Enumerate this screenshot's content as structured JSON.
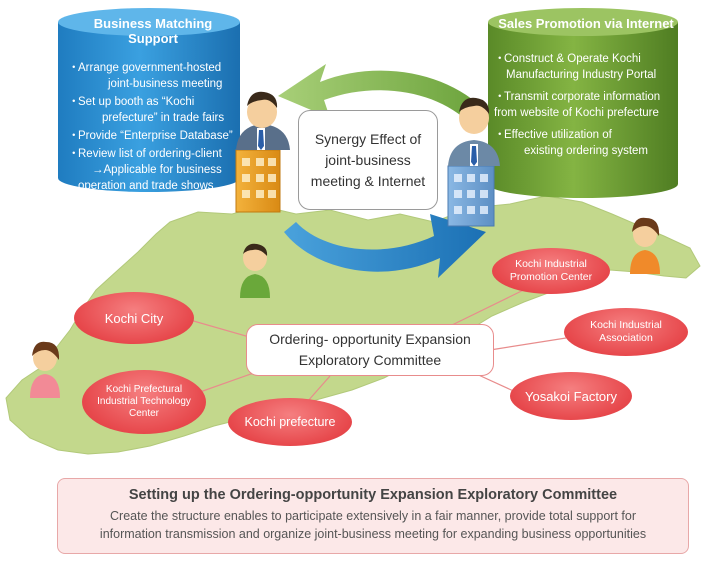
{
  "left_panel": {
    "title": "Business Matching Support",
    "items": [
      {
        "l1": "Arrange government-hosted",
        "l2": "joint-business meeting"
      },
      {
        "l1": "Set up booth as “Kochi",
        "l2": "prefecture” in trade fairs"
      },
      {
        "l1": "Provide “Enterprise Database”",
        "l2": ""
      },
      {
        "l1": "Review list of ordering-client",
        "l2": ""
      }
    ],
    "arrow_line": "→Applicable for business",
    "arrow_line2": "operation and trade shows"
  },
  "right_panel": {
    "title": "Sales Promotion via Internet",
    "items": [
      {
        "l1": "Construct & Operate Kochi",
        "l2": "Manufacturing Industry Portal"
      },
      {
        "l1": "Transmit corporate information",
        "l2": "from website of Kochi prefecture"
      },
      {
        "l1": "Effective utilization of",
        "l2": "existing ordering system"
      }
    ]
  },
  "bullet": "・",
  "synergy": {
    "l1": "Synergy Effect of",
    "l2": "joint-business",
    "l3": "meeting & Internet"
  },
  "committee": {
    "l1": "Ordering- opportunity Expansion",
    "l2": "Exploratory Committee"
  },
  "orgs": {
    "kochi_city": "Kochi City",
    "tech_center": {
      "l1": "Kochi Prefectural",
      "l2": "Industrial Technology",
      "l3": "Center"
    },
    "prefecture": "Kochi prefecture",
    "promotion_center": {
      "l1": "Kochi Industrial",
      "l2": "Promotion Center"
    },
    "association": {
      "l1": "Kochi Industrial",
      "l2": "Association"
    },
    "yosakoi": "Yosakoi Factory"
  },
  "bottom": {
    "title": "Setting up the Ordering-opportunity Expansion Exploratory Committee",
    "line1": "Create the structure enables to participate extensively in a fair manner, provide total support for",
    "line2": "information transmission and organize joint-business meeting for expanding business opportunities"
  },
  "colors": {
    "blue_cylinder": "#2b8fd2",
    "green_cylinder": "#6b9a32",
    "oval_red": "#e7484c",
    "map_green": "#c3d88c",
    "arrow_green": "#8cbc5a",
    "arrow_blue": "#2a86c6"
  }
}
